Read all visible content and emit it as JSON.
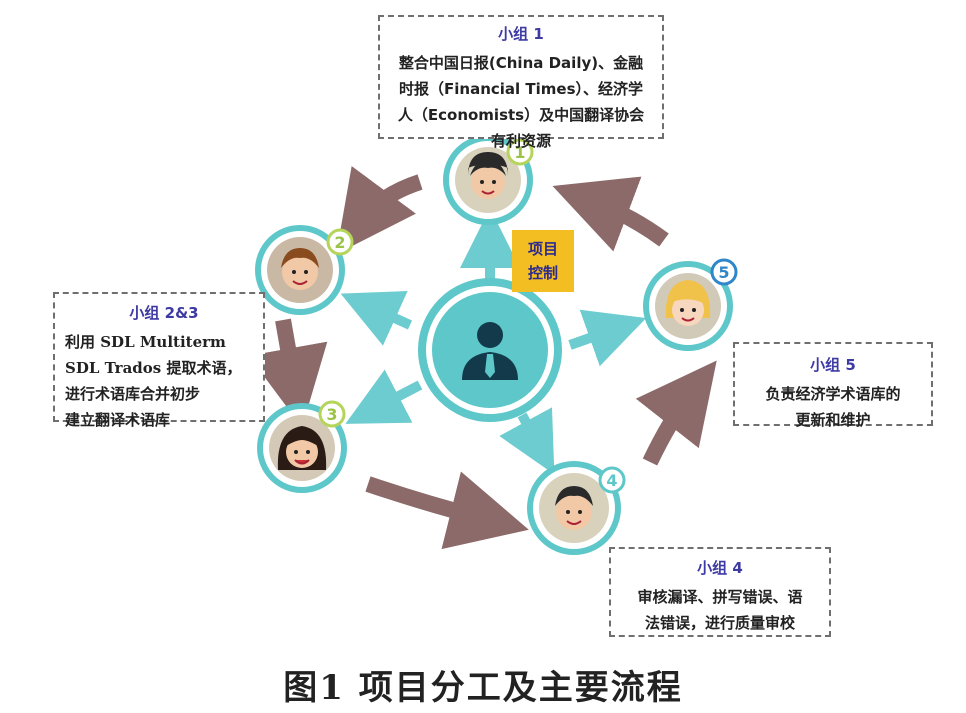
{
  "groups": {
    "g1": {
      "title": "小组 1",
      "text": "整合中国日报(China Daily)、金融\n时报（Financial Times）、经济学\n人（Economists）及中国翻译协会\n有利资源",
      "badge": "1"
    },
    "g23": {
      "title": "小组 2&3",
      "text": "利用 SDL Multiterm\nSDL Trados 提取术语，\n进行术语库合并初步\n建立翻译术语库",
      "badge": "2"
    },
    "g3": {
      "badge": "3"
    },
    "g4": {
      "title": "小组 4",
      "text": "审核漏译、拼写错误、语\n法错误，进行质量审校",
      "badge": "4"
    },
    "g5": {
      "title": "小组 5",
      "text": "负责经济学术语库的\n更新和维护",
      "badge": "5"
    }
  },
  "center": {
    "label": "项目\n控制"
  },
  "caption": "图1   项目分工及主要流程",
  "colors": {
    "ring": "#5ec7c9",
    "arrow_cyan": "#6ccccf",
    "arrow_brown": "#8c6a6a",
    "label_bg": "#f3be22",
    "badge_green": "#9bc447",
    "badge_blue": "#2f86c9"
  },
  "icons": [
    "person-avatar-icon",
    "manager-icon",
    "database-icon"
  ]
}
